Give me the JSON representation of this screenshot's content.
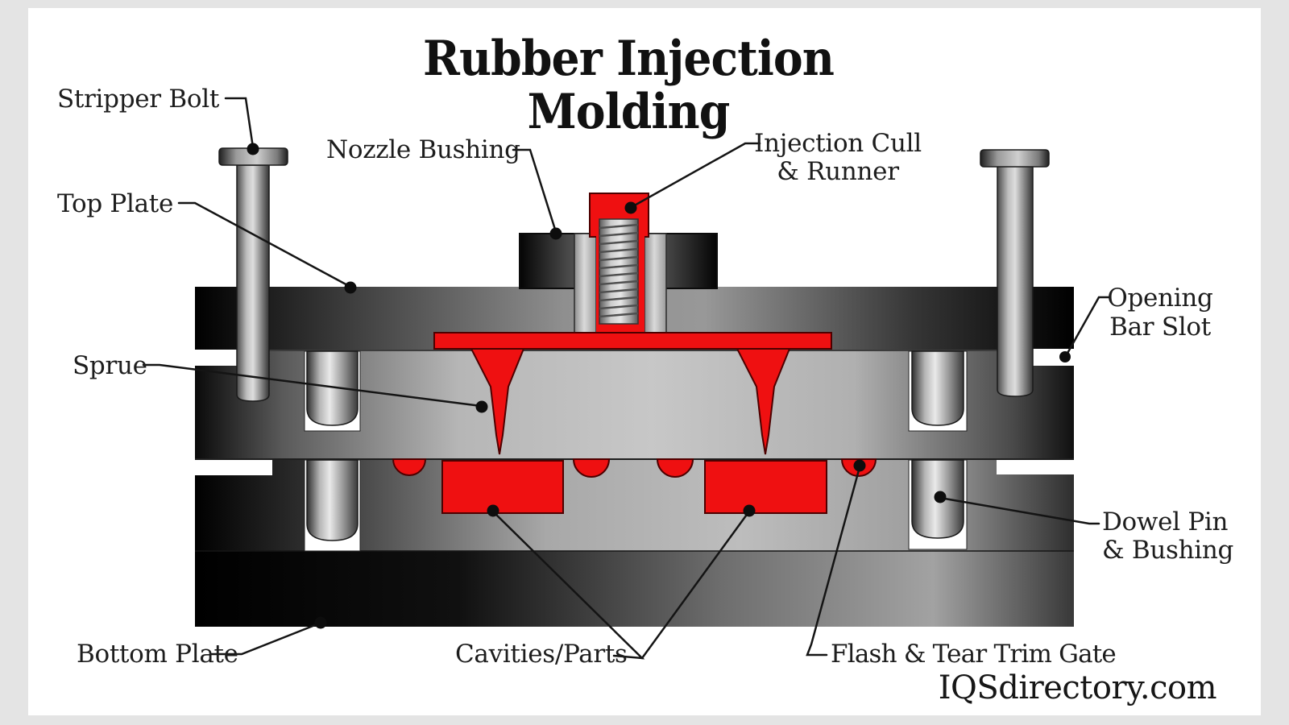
{
  "title": "Rubber Injection Molding",
  "watermark": "IQSdirectory.com",
  "colors": {
    "background": "#e4e4e4",
    "canvas": "#ffffff",
    "rubber_red": "#ef1011",
    "red_outline": "#4d0000",
    "leader_line": "#141414",
    "label_text": "#1d1d1d"
  },
  "labels": {
    "stripper_bolt": "Stripper Bolt",
    "top_plate": "Top Plate",
    "nozzle_bushing": "Nozzle Bushing",
    "injection_cull_line1": "Injection Cull",
    "injection_cull_line2": "& Runner",
    "opening_bar_slot_line1": "Opening",
    "opening_bar_slot_line2": "Bar Slot",
    "sprue": "Sprue",
    "dowel_pin_line1": "Dowel Pin",
    "dowel_pin_line2": "& Bushing",
    "bottom_plate": "Bottom Plate",
    "cavities_parts": "Cavities/Parts",
    "flash_tear_trim_gate": "Flash & Tear Trim Gate"
  }
}
